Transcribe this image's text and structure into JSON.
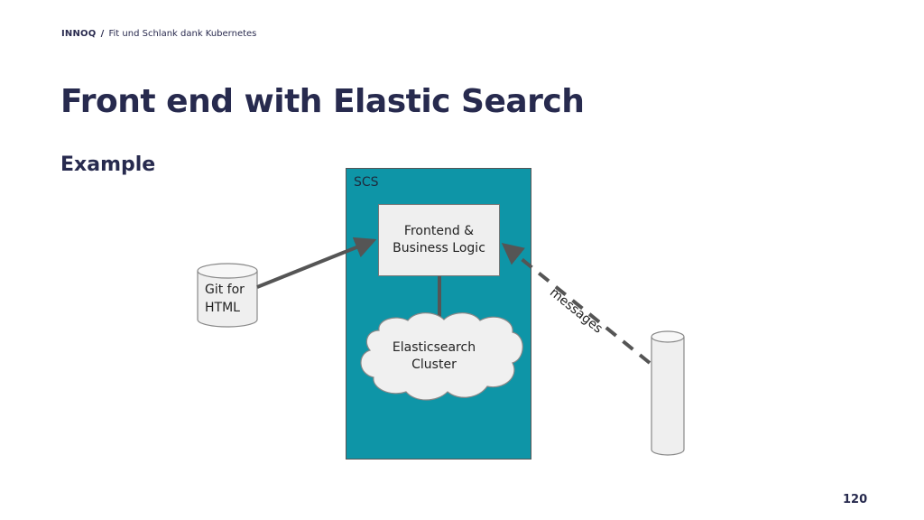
{
  "header": {
    "brand": "INNOQ",
    "separator": "/",
    "presentation": "Fit und Schlank dank Kubernetes"
  },
  "slide": {
    "title": "Front end with Elastic Search",
    "subtitle": "Example",
    "page_number": "120"
  },
  "diagram": {
    "container_label": "SCS",
    "frontend_line1": "Frontend &",
    "frontend_line2": "Business Logic",
    "cloud_line1": "Elasticsearch",
    "cloud_line2": "Cluster",
    "git_line1": "Git for",
    "git_line2": "HTML",
    "edge_label": "messages"
  },
  "colors": {
    "title": "#272a4e",
    "scs_fill": "#0e95a7",
    "box_fill": "#efefef",
    "arrow": "#555555"
  }
}
